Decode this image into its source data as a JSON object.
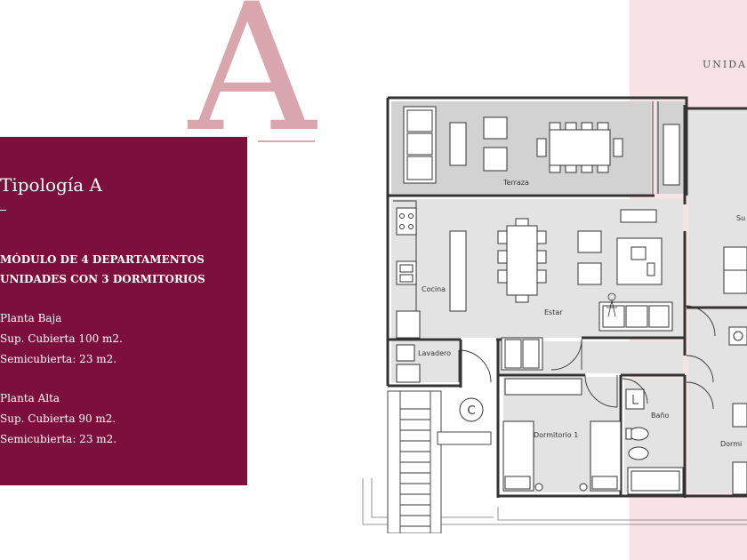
{
  "header": {
    "letter": "A",
    "unit_label": "UNIDAD"
  },
  "panel": {
    "title": "Tipología A",
    "headings": [
      "MÓDULO DE 4 DEPARTAMENTOS",
      "UNIDADES CON 3 DORMITORIOS"
    ],
    "planta_baja": {
      "title": "Planta Baja",
      "covered": "Sup. Cubierta 100 m2.",
      "semicovered": "Semicubierta: 23 m2."
    },
    "planta_alta": {
      "title": "Planta Alta",
      "covered": "Sup. Cubierta 90 m2.",
      "semicovered": "Semicubierta: 23 m2."
    }
  },
  "plan": {
    "rooms": {
      "terraza": "Terraza",
      "cocina": "Cocina",
      "estar": "Estar",
      "lavadero": "Lavadero",
      "dormitorio1": "Dormitorio 1",
      "bano": "Baño",
      "dormitorio_right": "Dormi",
      "suite_partial": "Su"
    },
    "stair_symbol": "C"
  },
  "colors": {
    "panel": "#7d0f3c",
    "letter": "#d9a6ae",
    "band": "#f7e3e6",
    "room_fill": "#e3e3e3",
    "terrace_fill": "#d2d2d2",
    "wall": "#333333"
  }
}
